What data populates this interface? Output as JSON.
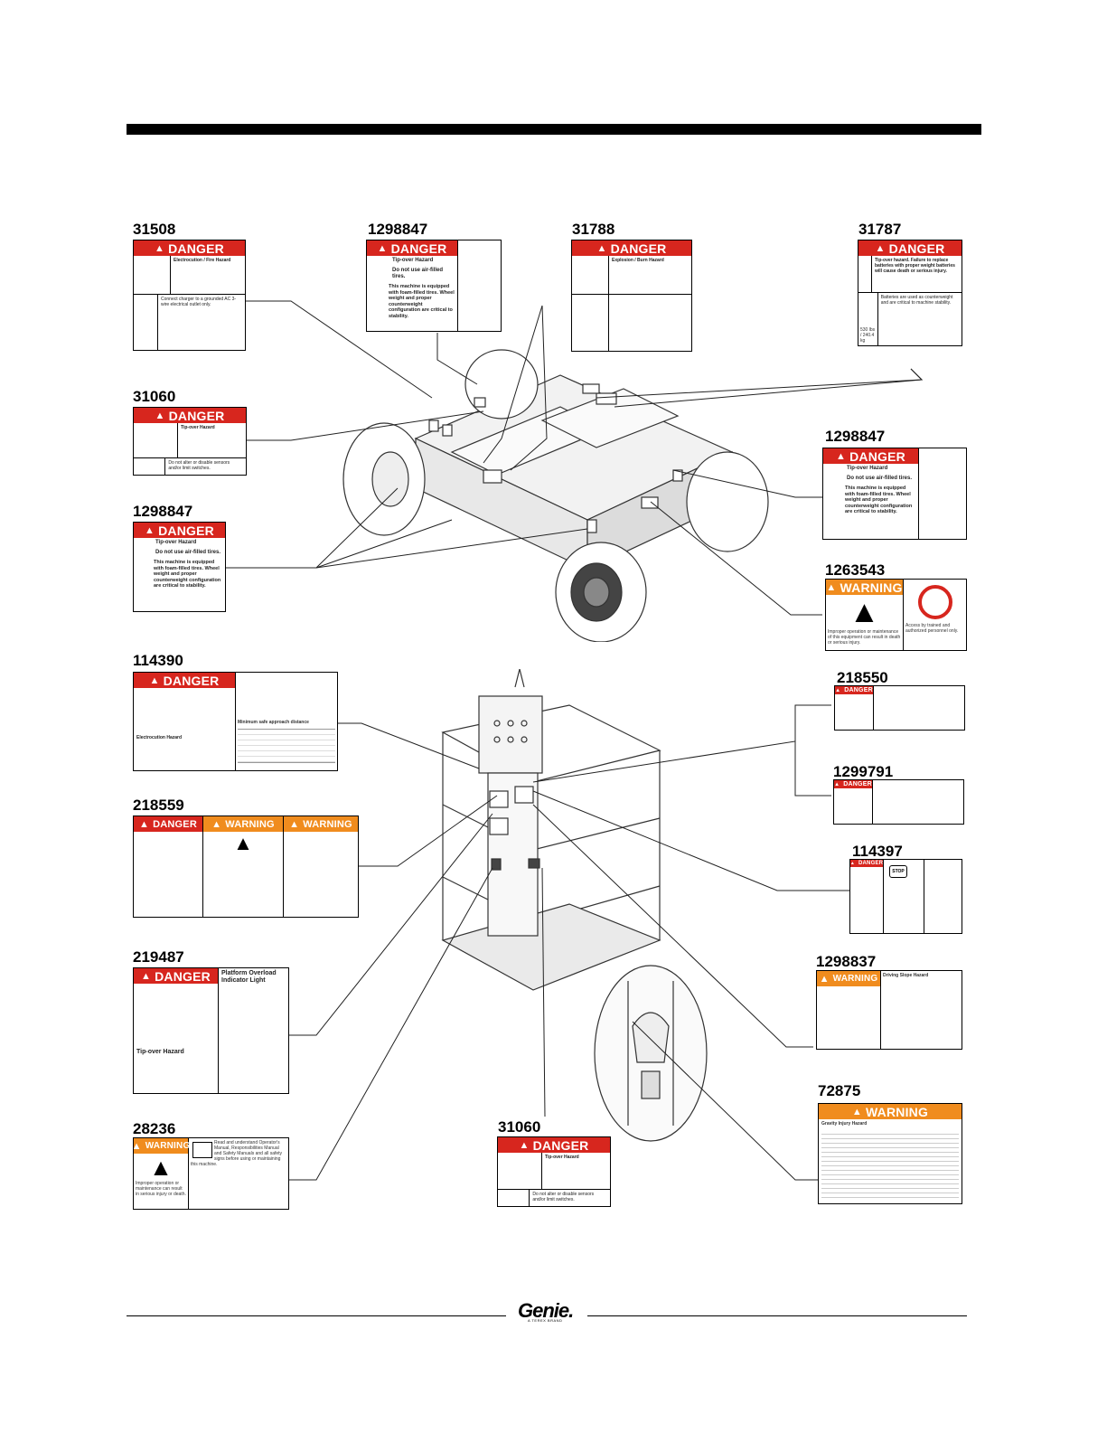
{
  "part_numbers": {
    "d31508": "31508",
    "d1298847_top": "1298847",
    "d31788": "31788",
    "d31787": "31787",
    "d31060_left": "31060",
    "d1298847_right": "1298847",
    "d1298847_left": "1298847",
    "d1263543": "1263543",
    "d114390": "114390",
    "d218550": "218550",
    "d1299791": "1299791",
    "d218559": "218559",
    "d114397": "114397",
    "d219487": "219487",
    "d1298837": "1298837",
    "d72875": "72875",
    "d28236": "28236",
    "d31060_bottom": "31060"
  },
  "labels": {
    "danger": "DANGER",
    "warning": "WARNING",
    "d31508_text": "Electrocution / Fire Hazard",
    "d31508_text2": "Connect charger to a grounded AC 3-wire electrical outlet only.",
    "d1298847_title": "Tip-over Hazard",
    "d1298847_line2": "Do not use air-filled tires.",
    "d1298847_body": "This machine is equipped with foam-filled tires. Wheel weight and proper counterweight configuration are critical to stability.",
    "d31788_text": "Explosion / Burn Hazard",
    "d31787_text": "Tip-over hazard. Failure to replace batteries with proper weight batteries will cause death or serious injury.",
    "d31787_text2": "Batteries are used as counterweight and are critical to machine stability.",
    "d31787_weight": "530 lbs / 240.4 kg",
    "d31060_title": "Tip-over Hazard",
    "d31060_line2": "Do not alter or disable sensors and/or limit switches.",
    "d1263543_text": "Improper operation or maintenance of this equipment can result in death or serious injury.",
    "d1263543_text2": "Access by trained and authorized personnel only.",
    "d114390_text": "Electrocution Hazard",
    "d114390_table": "Minimum safe approach distance",
    "d219487_title": "Platform Overload Indicator Light",
    "d219487_tip": "Tip-over Hazard",
    "d28236_text": "Improper operation or maintenance can result in serious injury or death.",
    "d28236_text2": "Read and understand Operator's Manual, Responsibilities Manual and Safety Manuals and all safety signs before using or maintaining this machine.",
    "d72875_text": "Gravity Injury Hazard",
    "d1298837_text": "Driving Slope Hazard",
    "stop": "STOP"
  },
  "footer": {
    "logo": "Genie.",
    "logo_sub": "A TEREX BRAND"
  }
}
